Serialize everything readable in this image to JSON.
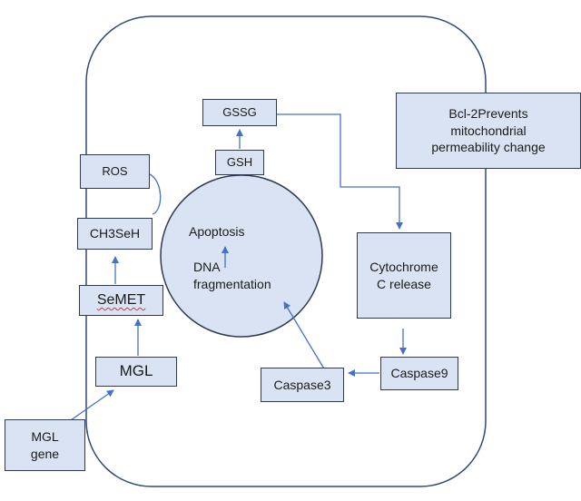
{
  "colors": {
    "box_fill": "#dae3f3",
    "box_border": "#2f3b52",
    "cell_outline": "#2f4a7a",
    "arrow": "#4472c4",
    "spellcheck_underline": "#e03030"
  },
  "nodes": {
    "gssg": "GSSG",
    "gsh": "GSH",
    "bcl2": "Bcl-2Prevents mitochondrial permeability change",
    "ros": "ROS",
    "ch3seh": "CH3SeH",
    "semet": "SeMET",
    "mgl": "MGL",
    "mgl_gene": "MGL gene",
    "cytochrome": "Cytochrome C release",
    "caspase9": "Caspase9",
    "caspase3": "Caspase3"
  },
  "nucleus": {
    "apoptosis": "Apoptosis",
    "dna": "DNA fragmentation"
  }
}
